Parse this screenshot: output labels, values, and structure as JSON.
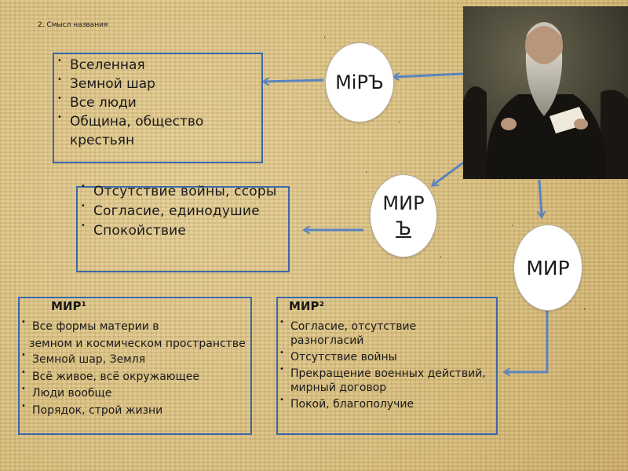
{
  "title": "2. Смысл названия",
  "ellipses": {
    "mir_old": "МiРЪ",
    "mir_yer_top": "МИР",
    "mir_yer_bottom": "Ъ",
    "mir": "МИР"
  },
  "box_top": {
    "items": [
      "Вселенная",
      "Земной шар",
      "Все люди",
      "Община, общество крестьян"
    ]
  },
  "box_mid": {
    "items": [
      "Отсутствие войны, ссоры",
      "Согласие, единодушие",
      "Спокойствие"
    ]
  },
  "mir1": {
    "heading": "МИР¹",
    "items": [
      "Все формы материи в",
      "земном и космическом пространстве",
      "Земной шар, Земля",
      "Всё живое, всё окружающее",
      "Люди вообще",
      "Порядок, строй жизни"
    ]
  },
  "mir2": {
    "heading": "МИР²",
    "items": [
      "Согласие, отсутствие разногласий",
      "Отсутствие войны",
      "Прекращение военных действий, мирный договор",
      "Покой, благополучие"
    ]
  },
  "colors": {
    "border": "#3a68a8",
    "arrow": "#5a84bf",
    "background": "#d9c183"
  },
  "portrait_icon": "portrait-of-man-with-beard"
}
